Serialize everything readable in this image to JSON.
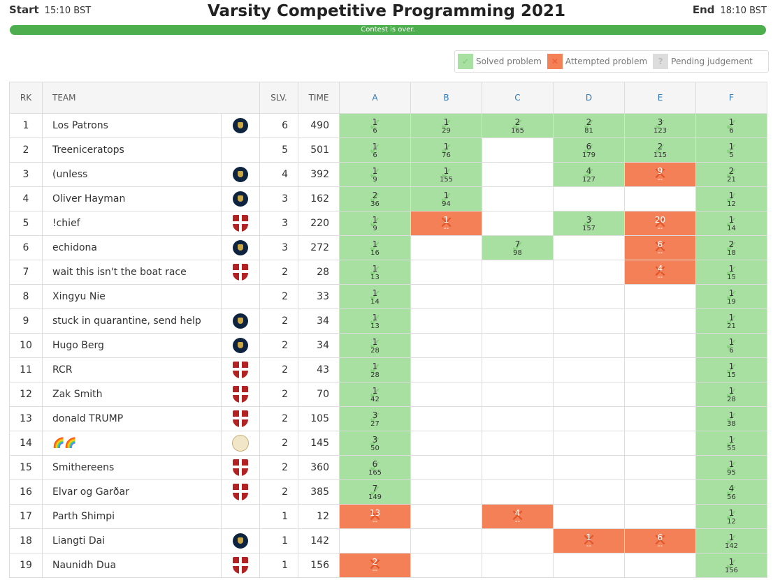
{
  "header": {
    "start_label": "Start",
    "start_time": "15:10 BST",
    "title": "Varsity Competitive Programming 2021",
    "end_label": "End",
    "end_time": "18:10 BST"
  },
  "progress": {
    "text": "Contest is over.",
    "fraction": 1.0
  },
  "legend": {
    "solved": "Solved problem",
    "attempted": "Attempted problem",
    "pending": "Pending judgement"
  },
  "columns": {
    "rank": "RK",
    "team": "TEAM",
    "solved": "SLV.",
    "time": "TIME",
    "problems": [
      "A",
      "B",
      "C",
      "D",
      "E",
      "F"
    ]
  },
  "rows": [
    {
      "rank": "1",
      "team": "Los Patrons",
      "logo": "oxford",
      "solved": "6",
      "time": "490",
      "cells": [
        [
          "s",
          "1",
          "6"
        ],
        [
          "s",
          "1",
          "29"
        ],
        [
          "s",
          "2",
          "165"
        ],
        [
          "s",
          "2",
          "81"
        ],
        [
          "s",
          "3",
          "123"
        ],
        [
          "s",
          "1",
          "6"
        ]
      ]
    },
    {
      "rank": "2",
      "team": "Treeniceratops",
      "logo": "",
      "solved": "5",
      "time": "501",
      "cells": [
        [
          "s",
          "1",
          "6"
        ],
        [
          "s",
          "1",
          "76"
        ],
        null,
        [
          "s",
          "6",
          "179"
        ],
        [
          "s",
          "2",
          "115"
        ],
        [
          "s",
          "1",
          "5"
        ]
      ]
    },
    {
      "rank": "3",
      "team": "(unless",
      "logo": "oxford",
      "solved": "4",
      "time": "392",
      "cells": [
        [
          "s",
          "1",
          "9"
        ],
        [
          "s",
          "1",
          "155"
        ],
        null,
        [
          "s",
          "4",
          "127"
        ],
        [
          "a",
          "9",
          "--"
        ],
        [
          "s",
          "2",
          "21"
        ]
      ]
    },
    {
      "rank": "4",
      "team": "Oliver Hayman",
      "logo": "oxford",
      "solved": "3",
      "time": "162",
      "cells": [
        [
          "s",
          "2",
          "36"
        ],
        [
          "s",
          "1",
          "94"
        ],
        null,
        null,
        null,
        [
          "s",
          "1",
          "12"
        ]
      ]
    },
    {
      "rank": "5",
      "team": "!chief",
      "logo": "cambridge",
      "solved": "3",
      "time": "220",
      "cells": [
        [
          "s",
          "1",
          "9"
        ],
        [
          "a",
          "1",
          "--"
        ],
        null,
        [
          "s",
          "3",
          "157"
        ],
        [
          "a",
          "20",
          "--"
        ],
        [
          "s",
          "1",
          "14"
        ]
      ]
    },
    {
      "rank": "6",
      "team": "echidona",
      "logo": "oxford",
      "solved": "3",
      "time": "272",
      "cells": [
        [
          "s",
          "1",
          "16"
        ],
        null,
        [
          "s",
          "7",
          "98"
        ],
        null,
        [
          "a",
          "6",
          "--"
        ],
        [
          "s",
          "2",
          "18"
        ]
      ]
    },
    {
      "rank": "7",
      "team": "wait this isn't the boat race",
      "logo": "cambridge",
      "solved": "2",
      "time": "28",
      "cells": [
        [
          "s",
          "1",
          "13"
        ],
        null,
        null,
        null,
        [
          "a",
          "4",
          "--"
        ],
        [
          "s",
          "1",
          "15"
        ]
      ]
    },
    {
      "rank": "8",
      "team": "Xingyu Nie",
      "logo": "",
      "solved": "2",
      "time": "33",
      "cells": [
        [
          "s",
          "1",
          "14"
        ],
        null,
        null,
        null,
        null,
        [
          "s",
          "1",
          "19"
        ]
      ]
    },
    {
      "rank": "9",
      "team": "stuck in quarantine, send help",
      "logo": "oxford",
      "solved": "2",
      "time": "34",
      "cells": [
        [
          "s",
          "1",
          "13"
        ],
        null,
        null,
        null,
        null,
        [
          "s",
          "1",
          "21"
        ]
      ]
    },
    {
      "rank": "10",
      "team": "Hugo Berg",
      "logo": "oxford",
      "solved": "2",
      "time": "34",
      "cells": [
        [
          "s",
          "1",
          "28"
        ],
        null,
        null,
        null,
        null,
        [
          "s",
          "1",
          "6"
        ]
      ]
    },
    {
      "rank": "11",
      "team": "RCR",
      "logo": "cambridge",
      "solved": "2",
      "time": "43",
      "cells": [
        [
          "s",
          "1",
          "28"
        ],
        null,
        null,
        null,
        null,
        [
          "s",
          "1",
          "15"
        ]
      ]
    },
    {
      "rank": "12",
      "team": "Zak Smith",
      "logo": "cambridge",
      "solved": "2",
      "time": "70",
      "cells": [
        [
          "s",
          "1",
          "42"
        ],
        null,
        null,
        null,
        null,
        [
          "s",
          "1",
          "28"
        ]
      ]
    },
    {
      "rank": "13",
      "team": "donald TRUMP",
      "logo": "cambridge",
      "solved": "2",
      "time": "105",
      "cells": [
        [
          "s",
          "3",
          "27"
        ],
        null,
        null,
        null,
        null,
        [
          "s",
          "1",
          "38"
        ]
      ]
    },
    {
      "rank": "14",
      "team": "🌈🌈",
      "logo": "seal",
      "solved": "2",
      "time": "145",
      "cells": [
        [
          "s",
          "3",
          "50"
        ],
        null,
        null,
        null,
        null,
        [
          "s",
          "1",
          "55"
        ]
      ]
    },
    {
      "rank": "15",
      "team": "Smithereens",
      "logo": "cambridge",
      "solved": "2",
      "time": "360",
      "cells": [
        [
          "s",
          "6",
          "165"
        ],
        null,
        null,
        null,
        null,
        [
          "s",
          "1",
          "95"
        ]
      ]
    },
    {
      "rank": "16",
      "team": "Elvar og Garðar",
      "logo": "cambridge",
      "solved": "2",
      "time": "385",
      "cells": [
        [
          "s",
          "7",
          "149"
        ],
        null,
        null,
        null,
        null,
        [
          "s",
          "4",
          "56"
        ]
      ]
    },
    {
      "rank": "17",
      "team": "Parth Shimpi",
      "logo": "",
      "solved": "1",
      "time": "12",
      "cells": [
        [
          "a",
          "13",
          "--"
        ],
        null,
        [
          "a",
          "4",
          "--"
        ],
        null,
        null,
        [
          "s",
          "1",
          "12"
        ]
      ]
    },
    {
      "rank": "18",
      "team": "Liangti Dai",
      "logo": "oxford",
      "solved": "1",
      "time": "142",
      "cells": [
        null,
        null,
        null,
        [
          "a",
          "1",
          "--"
        ],
        [
          "a",
          "6",
          "--"
        ],
        [
          "s",
          "1",
          "142"
        ]
      ]
    },
    {
      "rank": "19",
      "team": "Naunidh Dua",
      "logo": "cambridge",
      "solved": "1",
      "time": "156",
      "cells": [
        [
          "a",
          "2",
          "--"
        ],
        null,
        null,
        null,
        null,
        [
          "s",
          "1",
          "156"
        ]
      ]
    }
  ]
}
